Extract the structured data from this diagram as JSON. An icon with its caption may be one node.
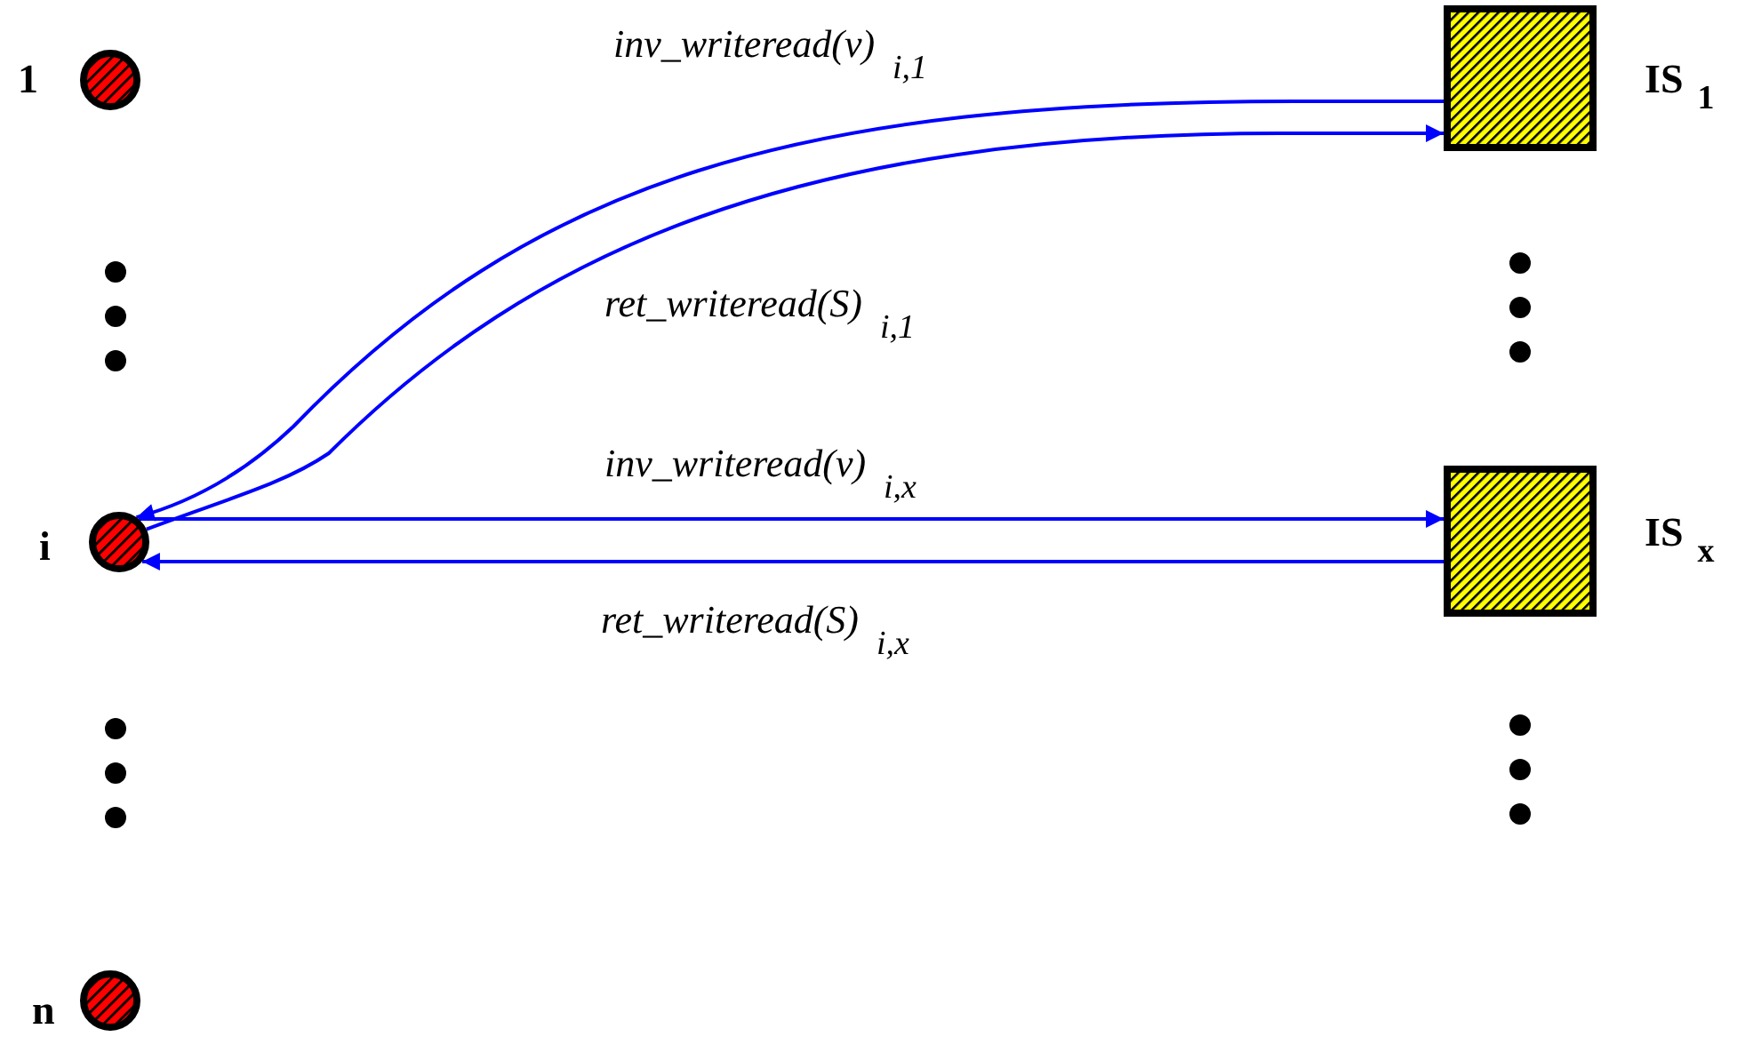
{
  "diagram": {
    "nodes": [
      {
        "text": [],
        "shape": "circle",
        "beside": [
          "1"
        ]
      },
      {
        "text": [],
        "shape": "box",
        "beside": [
          "IS$_{1}$"
        ]
      },
      {
        "text": [],
        "shape": "circle",
        "beside": [
          "i"
        ]
      },
      {
        "text": [],
        "shape": "box",
        "beside": [
          "IS$_{x}$"
        ]
      },
      {
        "text": [],
        "shape": "circle",
        "beside": [
          "n"
        ]
      }
    ],
    "edges": [
      {
        "from": 2,
        "to": 1,
        "arrow": "to"
      },
      {
        "from": 1,
        "to": 2,
        "arrow": "to"
      },
      {
        "from": 2,
        "to": 3,
        "arrow": "to",
        "label": "inv_writeread(v)$_{i,x}$"
      },
      {
        "from": 3,
        "to": 2,
        "arrow": "to",
        "label": "ret_writeread(S)$_{i,x}$"
      }
    ],
    "labels": [
      "inv_writeread(v)$_{i,1}$",
      "ret_writeread(S)$_{i,1}$"
    ]
  }
}
